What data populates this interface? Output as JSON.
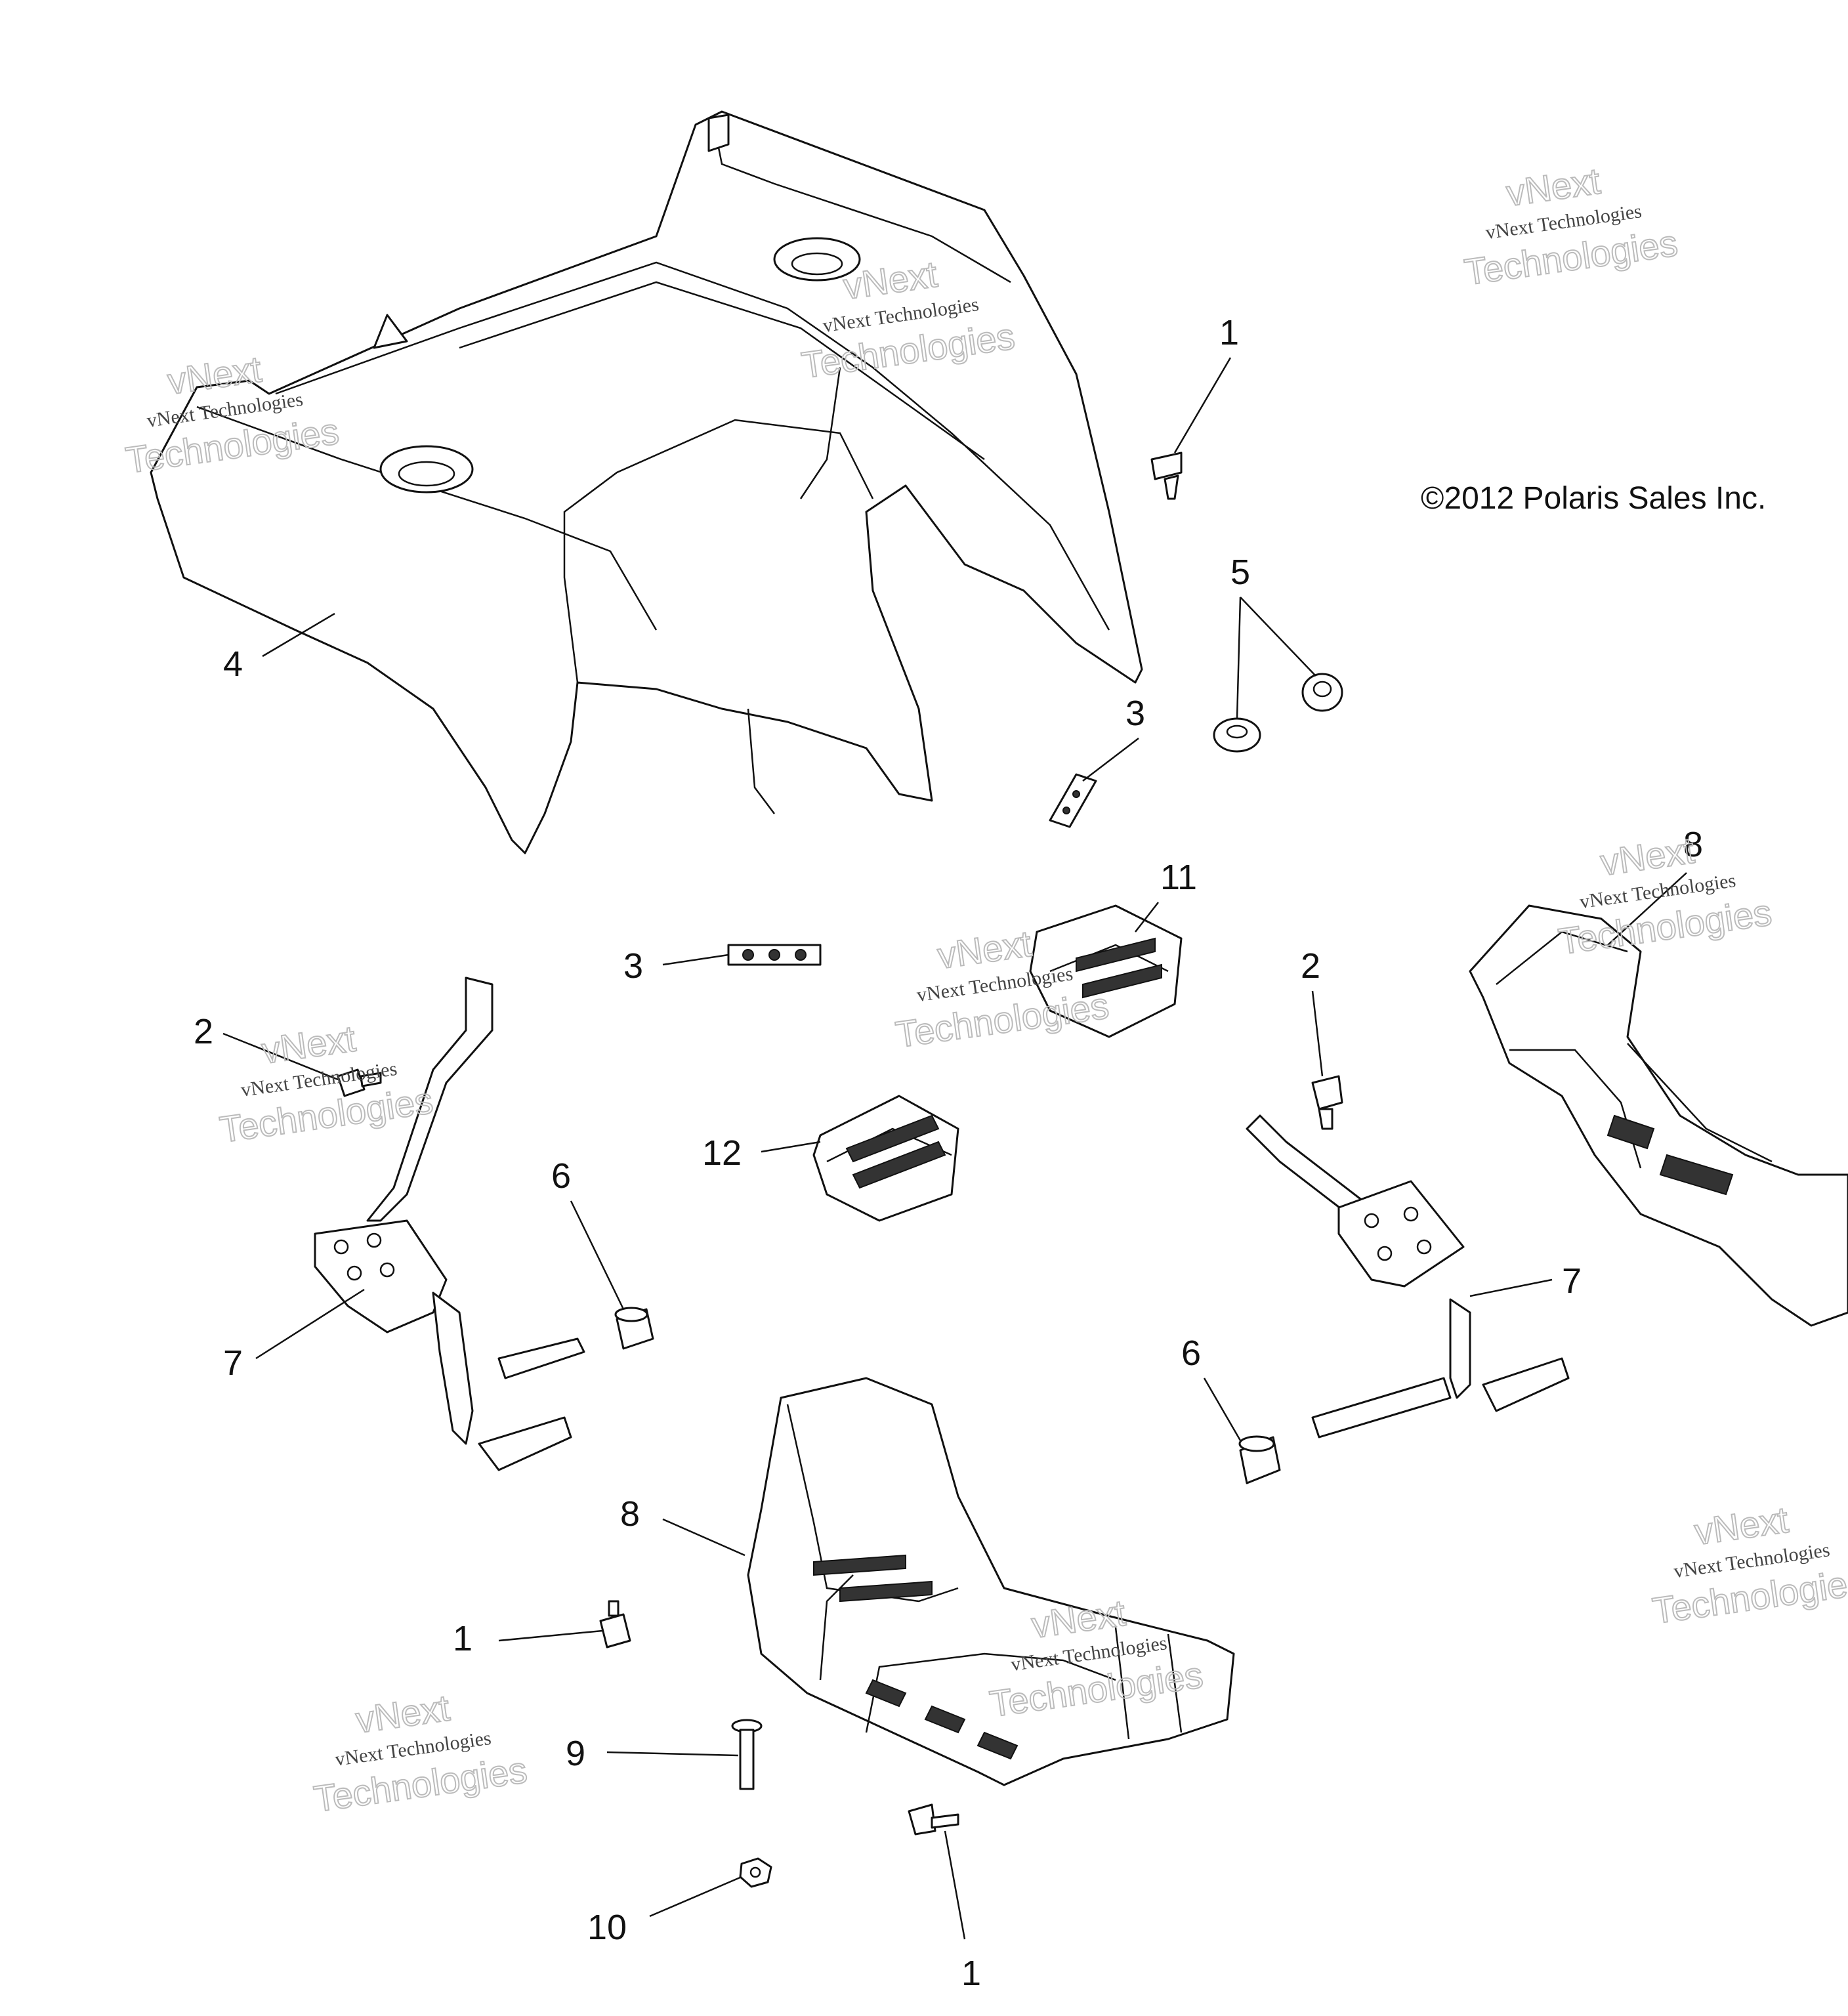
{
  "copyright": "©2012 Polaris Sales Inc.",
  "watermark": {
    "line1": "vNext Technologies",
    "line2": "vNext",
    "line3": "Technologies"
  },
  "callouts": {
    "c1a": "1",
    "c1b": "1",
    "c1c": "1",
    "c2a": "2",
    "c2b": "2",
    "c3a": "3",
    "c3b": "3",
    "c4": "4",
    "c5": "5",
    "c6a": "6",
    "c6b": "6",
    "c7a": "7",
    "c7b": "7",
    "c8a": "8",
    "c8b": "8",
    "c9": "9",
    "c10": "10",
    "c11": "11",
    "c12": "12"
  }
}
